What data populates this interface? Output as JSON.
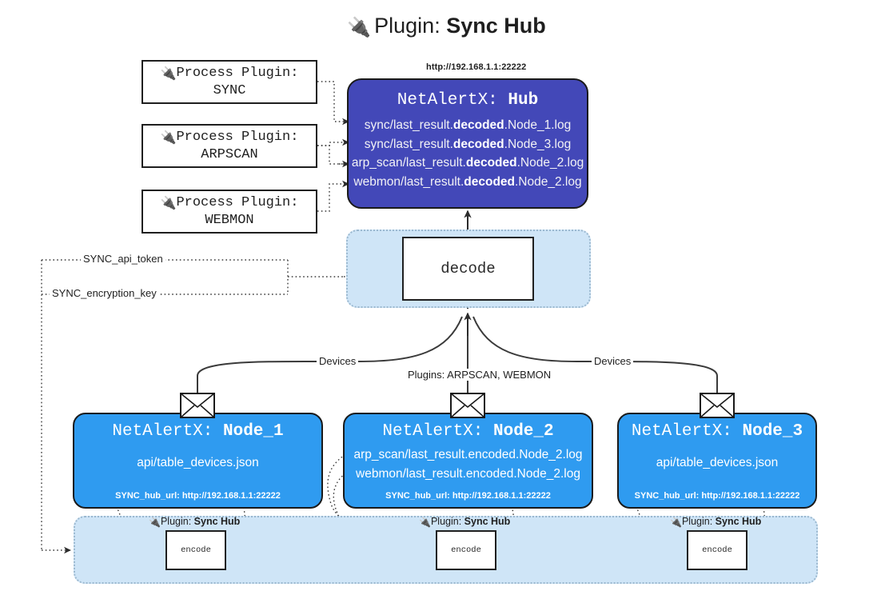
{
  "title": {
    "icon": "plug-icon",
    "prefix": "Plugin:",
    "name": "Sync Hub"
  },
  "process_plugins": [
    {
      "icon": "plug-icon",
      "line1": "Process Plugin:",
      "line2": "SYNC"
    },
    {
      "icon": "plug-icon",
      "line1": "Process Plugin:",
      "line2": "ARPSCAN"
    },
    {
      "icon": "plug-icon",
      "line1": "Process Plugin:",
      "line2": "WEBMON"
    }
  ],
  "hub": {
    "url": "http://192.168.1.1:22222",
    "title_prefix": "NetAlertX:",
    "title_name": "Hub",
    "logs": [
      {
        "pre": "sync/last_result.",
        "mid": "decoded",
        "post": ".Node_1.log"
      },
      {
        "pre": "sync/last_result.",
        "mid": "decoded",
        "post": ".Node_3.log"
      },
      {
        "pre": "arp_scan/last_result.",
        "mid": "decoded",
        "post": ".Node_2.log"
      },
      {
        "pre": "webmon/last_result.",
        "mid": "decoded",
        "post": ".Node_2.log"
      }
    ]
  },
  "decode": {
    "label": "decode"
  },
  "secrets": [
    {
      "label": "SYNC_api_token"
    },
    {
      "label": "SYNC_encryption_key"
    }
  ],
  "edge_labels": {
    "left_devices": "Devices",
    "right_devices": "Devices",
    "center_plugins": "Plugins: ARPSCAN, WEBMON"
  },
  "nodes": [
    {
      "icon": "envelope-icon",
      "title_prefix": "NetAlertX:",
      "title_name": "Node_1",
      "lines": [
        "api/table_devices.json"
      ],
      "url_key": "SYNC_hub_url:",
      "url_value": "http://192.168.1.1:22222"
    },
    {
      "icon": "envelope-icon",
      "title_prefix": "NetAlertX:",
      "title_name": "Node_2",
      "lines": [
        "arp_scan/last_result.encoded.Node_2.log",
        "webmon/last_result.encoded.Node_2.log"
      ],
      "url_key": "SYNC_hub_url:",
      "url_value": "http://192.168.1.1:22222"
    },
    {
      "icon": "envelope-icon",
      "title_prefix": "NetAlertX:",
      "title_name": "Node_3",
      "lines": [
        "api/table_devices.json"
      ],
      "url_key": "SYNC_hub_url:",
      "url_value": "http://192.168.1.1:22222"
    }
  ],
  "encoders": [
    {
      "caption_icon": "plug-icon",
      "caption_prefix": "Plugin:",
      "caption_name": "Sync Hub",
      "label": "encode"
    },
    {
      "caption_icon": "plug-icon",
      "caption_prefix": "Plugin:",
      "caption_name": "Sync Hub",
      "label": "encode"
    },
    {
      "caption_icon": "plug-icon",
      "caption_prefix": "Plugin:",
      "caption_name": "Sync Hub",
      "label": "encode"
    }
  ],
  "colors": {
    "hub_fill": "#4348b8",
    "node_fill": "#2f9bf0",
    "container_fill": "#cfe5f7",
    "container_border": "#9bb8cf",
    "stroke": "#1f1f1f",
    "page_bg": "#ffffff"
  }
}
